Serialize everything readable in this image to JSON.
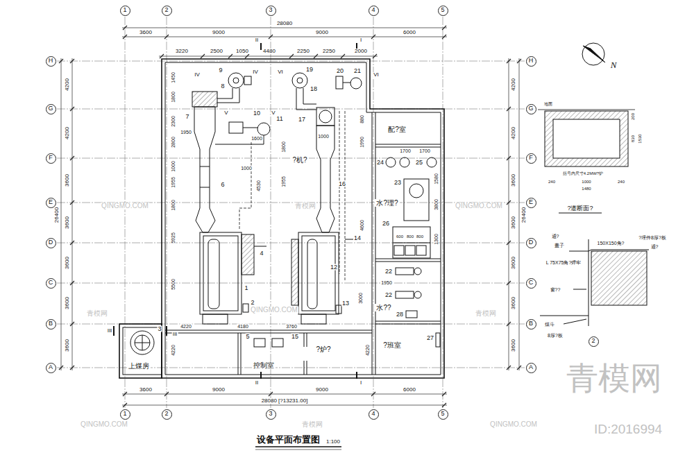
{
  "diagram": {
    "title": "设备平面布置图",
    "nodes": [
      {
        "text": [
          "1"
        ]
      },
      {
        "text": [
          "2"
        ]
      },
      {
        "text": [
          "3"
        ]
      },
      {
        "text": [
          "4"
        ]
      },
      {
        "text": [
          "5"
        ]
      },
      {
        "text": [
          "H"
        ]
      },
      {
        "text": [
          "G"
        ]
      },
      {
        "text": [
          "F"
        ]
      },
      {
        "text": [
          "E"
        ]
      },
      {
        "text": [
          "D"
        ]
      },
      {
        "text": [
          "C"
        ]
      },
      {
        "text": [
          "B"
        ]
      },
      {
        "text": [
          "A"
        ]
      },
      {
        "text": [
          "H"
        ]
      },
      {
        "text": [
          "G"
        ]
      },
      {
        "text": [
          "F"
        ]
      },
      {
        "text": [
          "E"
        ]
      },
      {
        "text": [
          "D"
        ]
      },
      {
        "text": [
          "C"
        ]
      },
      {
        "text": [
          "B"
        ]
      },
      {
        "text": [
          "A"
        ]
      },
      {
        "text": [
          "配?室"
        ]
      },
      {
        "text": [
          "?机?"
        ]
      },
      {
        "text": [
          "水?理?"
        ]
      },
      {
        "text": [
          "水??"
        ]
      },
      {
        "text": [
          "?班室"
        ]
      },
      {
        "text": [
          "?炉?"
        ]
      },
      {
        "text": [
          "控制室"
        ]
      },
      {
        "text": [
          "上煤房"
        ]
      },
      {
        "text": [
          "1"
        ]
      },
      {
        "text": [
          "2"
        ]
      },
      {
        "text": [
          "3"
        ]
      },
      {
        "text": [
          "4"
        ]
      },
      {
        "text": [
          "5"
        ]
      },
      {
        "text": [
          "2"
        ]
      }
    ],
    "labels": [
      "28080",
      "3600",
      "9000",
      "9000",
      "6000",
      "3220",
      "2500",
      "1050",
      "4480",
      "2250",
      "2250",
      "2000",
      "3600",
      "9000",
      "9000",
      "6000",
      "28080 [?13231.00]",
      "4200",
      "4200",
      "3600",
      "3600",
      "3600",
      "3600",
      "3600",
      "26400",
      "4200",
      "4200",
      "3600",
      "3600",
      "3600",
      "3600",
      "3600",
      "26400",
      "1450",
      "1800",
      "2300",
      "2800",
      "1000",
      "1955",
      "1800",
      "5925",
      "5500",
      "4220",
      "4220",
      "1950",
      "1600",
      "1000",
      "4530",
      "1000",
      "1955",
      "1800",
      "880",
      "1990",
      "4600",
      "3000",
      "4220",
      "4180",
      "3760",
      "1700",
      "1700",
      "1580",
      "3800",
      "1300",
      "600",
      "800",
      "800",
      "1950",
      "II",
      "I",
      "III",
      "III",
      "IV",
      "IV",
      "V",
      "V",
      "VI",
      "VI",
      "II",
      "I",
      "1",
      "2",
      "3",
      "4",
      "5",
      "6",
      "7",
      "8",
      "9",
      "10",
      "11",
      "12",
      "13",
      "14",
      "15",
      "16",
      "17",
      "18",
      "19",
      "20",
      "21",
      "22",
      "22",
      "23",
      "24",
      "25",
      "26",
      "27",
      "28",
      "1:100",
      "N",
      "?道断面?",
      "地面",
      "括号内尺寸4.2MW?炉",
      "200",
      "830",
      "1530",
      "240",
      "1000",
      "240",
      "1480",
      "通?",
      "?埋件8厚?板",
      "盖子",
      "150X150角?",
      "通?",
      "L 75X75角?焊牢",
      "窗??",
      "煤斗",
      "8厚?板",
      "QINGMO.COM",
      "青模网",
      "QINGMO.COM",
      "青模网",
      "QINGMO.COM",
      "青模网",
      "QINGMO.COM",
      "青模网",
      "QINGMO.COM",
      "青模网",
      "ID:2016994"
    ]
  }
}
